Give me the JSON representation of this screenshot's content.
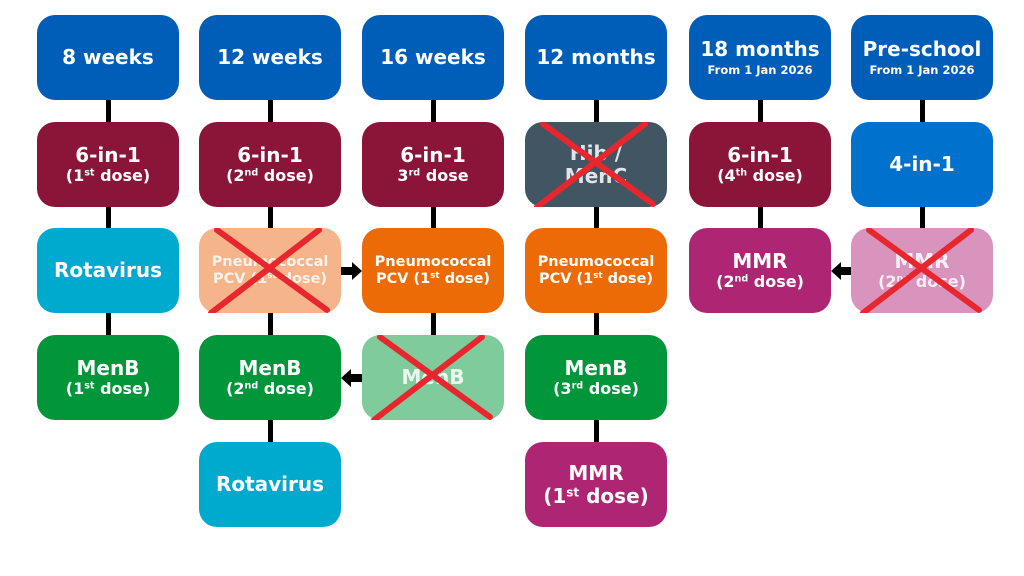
{
  "colors": {
    "header": "#005eb8",
    "six_in_one": "#8a1538",
    "rotavirus": "#00a9ce",
    "menb": "#009639",
    "menb_removed": "#7fcb9c",
    "pneumococcal": "#ed6b06",
    "pneumococcal_removed": "#f5b48a",
    "hib_menc_removed": "#425563",
    "mmr": "#ae2573",
    "mmr_removed": "#d894bd",
    "four_in_one": "#0072ce",
    "cross": "#e8262e"
  },
  "columns": [
    {
      "header": {
        "l1": "8 weeks"
      },
      "boxes": [
        {
          "id": "6in1",
          "l1": "6-in-1",
          "l2": {
            "pre": "(1",
            "sup": "st",
            "post": " dose)"
          },
          "color": "six_in_one"
        },
        {
          "id": "rota",
          "l1": "Rotavirus",
          "color": "rotavirus"
        },
        {
          "id": "menb",
          "l1": "MenB",
          "l2": {
            "pre": "(1",
            "sup": "st",
            "post": " dose)"
          },
          "color": "menb"
        }
      ]
    },
    {
      "header": {
        "l1": "12 weeks"
      },
      "boxes": [
        {
          "id": "6in1",
          "l1": "6-in-1",
          "l2": {
            "pre": "(2",
            "sup": "nd",
            "post": " dose)"
          },
          "color": "six_in_one"
        },
        {
          "id": "pcv",
          "l1": "Pneumococcal",
          "l2": {
            "pre": "PCV (1",
            "sup": "st",
            "post": " dose)"
          },
          "color": "pneumococcal_removed",
          "small": true,
          "removed": true
        },
        {
          "id": "menb",
          "l1": "MenB",
          "l2": {
            "pre": "(2",
            "sup": "nd",
            "post": " dose)"
          },
          "color": "menb"
        },
        {
          "id": "rota",
          "l1": "Rotavirus",
          "color": "rotavirus"
        }
      ]
    },
    {
      "header": {
        "l1": "16 weeks"
      },
      "boxes": [
        {
          "id": "6in1",
          "l1": "6-in-1",
          "l2": {
            "pre": "3",
            "sup": "rd",
            "post": " dose"
          },
          "color": "six_in_one"
        },
        {
          "id": "pcv",
          "l1": "Pneumococcal",
          "l2": {
            "pre": "PCV (1",
            "sup": "st",
            "post": " dose)"
          },
          "color": "pneumococcal",
          "small": true
        },
        {
          "id": "menb",
          "l1": "MenB",
          "color": "menb_removed",
          "removed": true
        }
      ]
    },
    {
      "header": {
        "l1": "12 months"
      },
      "boxes": [
        {
          "id": "hibmenc",
          "l1": "Hib /",
          "l2": {
            "pre": "MenC"
          },
          "color": "hib_menc_removed",
          "removed": true,
          "big2": true
        },
        {
          "id": "pcv",
          "l1": "Pneumococcal",
          "l2": {
            "pre": "PCV (1",
            "sup": "st",
            "post": " dose)"
          },
          "color": "pneumococcal",
          "small": true
        },
        {
          "id": "menb",
          "l1": "MenB",
          "l2": {
            "pre": "(3",
            "sup": "rd",
            "post": " dose)"
          },
          "color": "menb"
        },
        {
          "id": "mmr",
          "l1": "MMR",
          "l2": {
            "pre": "(1",
            "sup": "st",
            "post": " dose)"
          },
          "color": "mmr",
          "big2": true
        }
      ]
    },
    {
      "header": {
        "l1": "18 months",
        "l2": "From 1 Jan 2026"
      },
      "boxes": [
        {
          "id": "6in1",
          "l1": "6-in-1",
          "l2": {
            "pre": "(4",
            "sup": "th",
            "post": " dose)"
          },
          "color": "six_in_one"
        },
        {
          "id": "mmr",
          "l1": "MMR",
          "l2": {
            "pre": "(2",
            "sup": "nd",
            "post": " dose)"
          },
          "color": "mmr"
        }
      ]
    },
    {
      "header": {
        "l1": "Pre-school",
        "l2": "From 1 Jan 2026"
      },
      "boxes": [
        {
          "id": "4in1",
          "l1": "4-in-1",
          "color": "four_in_one"
        },
        {
          "id": "mmr",
          "l1": "MMR",
          "l2": {
            "pre": "(2",
            "sup": "nd",
            "post": " dose)"
          },
          "color": "mmr_removed",
          "removed": true
        }
      ]
    }
  ],
  "arrows": [
    {
      "from_col": 1,
      "to_col": 2,
      "row": 2
    },
    {
      "from_col": 2,
      "to_col": 1,
      "row": 3
    },
    {
      "from_col": 5,
      "to_col": 4,
      "row": 2
    }
  ]
}
